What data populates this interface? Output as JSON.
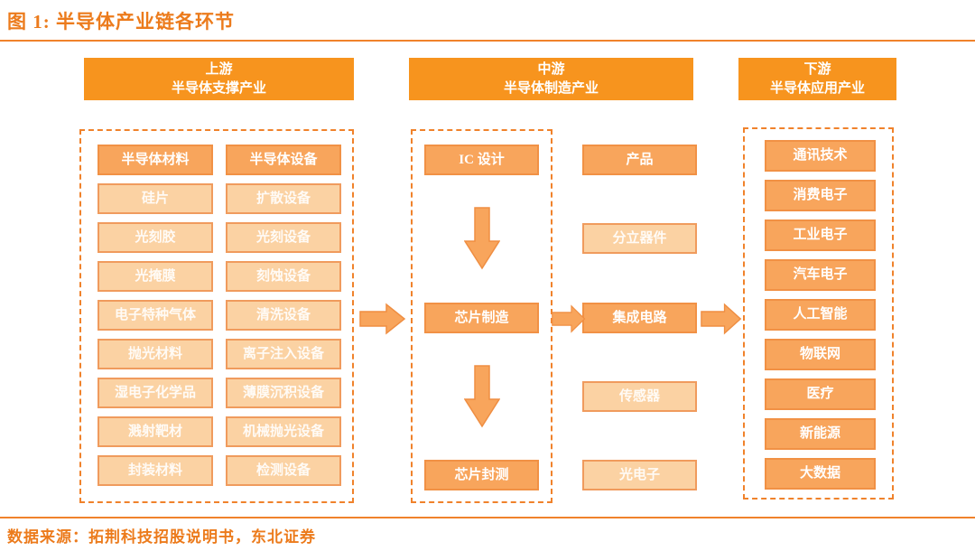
{
  "figure": {
    "title": "图 1: 半导体产业链各环节",
    "source": "数据来源：拓荆科技招股说明书，东北证券"
  },
  "upstream": {
    "header_line1": "上游",
    "header_line2": "半导体支撑产业",
    "materials": [
      "半导体材料",
      "硅片",
      "光刻胶",
      "光掩膜",
      "电子特种气体",
      "抛光材料",
      "湿电子化学品",
      "溅射靶材",
      "封装材料"
    ],
    "equipment": [
      "半导体设备",
      "扩散设备",
      "光刻设备",
      "刻蚀设备",
      "清洗设备",
      "离子注入设备",
      "薄膜沉积设备",
      "机械抛光设备",
      "检测设备"
    ]
  },
  "midstream": {
    "header_line1": "中游",
    "header_line2": "半导体制造产业",
    "process": [
      "IC 设计",
      "芯片制造",
      "芯片封测"
    ],
    "products": [
      "产品",
      "分立器件",
      "集成电路",
      "传感器",
      "光电子"
    ]
  },
  "downstream": {
    "header_line1": "下游",
    "header_line2": "半导体应用产业",
    "applications": [
      "通讯技术",
      "消费电子",
      "工业电子",
      "汽车电子",
      "人工智能",
      "物联网",
      "医疗",
      "新能源",
      "大数据"
    ]
  },
  "colors": {
    "accent": "#ec7b1c",
    "header_bg": "#f7941e",
    "solid_box_bg": "#f8a55c",
    "light_box_bg": "#fbd2a3",
    "light_box_border": "#f09b5d",
    "dashed_border": "#f0822b"
  }
}
